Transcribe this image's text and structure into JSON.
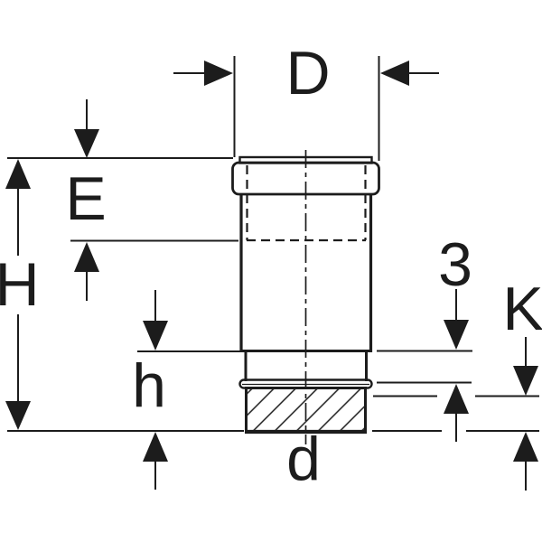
{
  "drawing": {
    "kind": "pipe-sleeve-dimension-drawing",
    "labels": {
      "D": "D",
      "E": "E",
      "H": "H",
      "h": "h",
      "d": "d",
      "three": "3",
      "K": "K"
    },
    "colors": {
      "line": "#1c1c1c",
      "background": "#ffffff"
    }
  }
}
